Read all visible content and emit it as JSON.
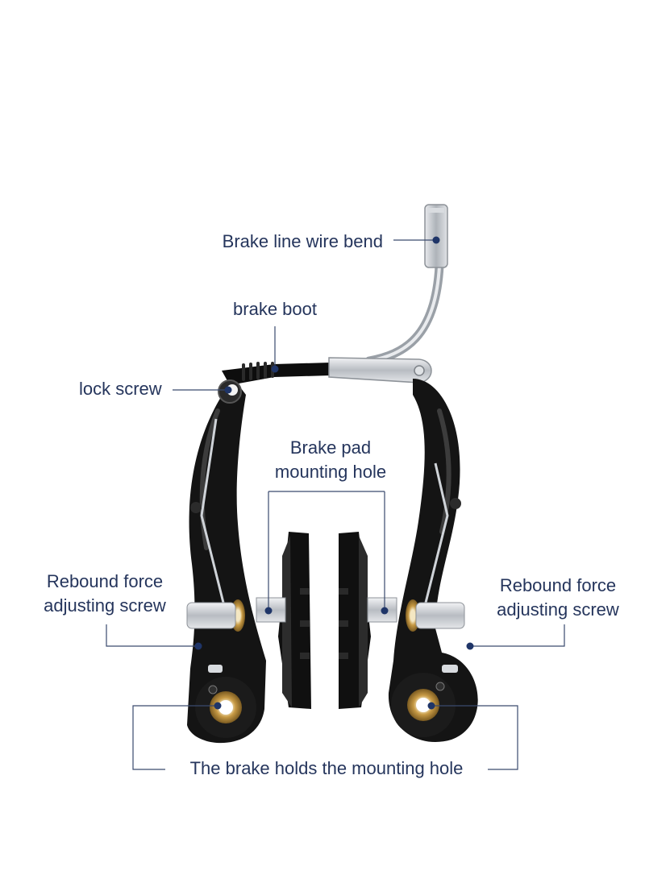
{
  "colors": {
    "label_text": "#25355c",
    "leader_line": "#3a4a6e",
    "dot": "#1f3568",
    "frame_black": "#141414",
    "silver": "#c9cdd2",
    "brass": "#c79a45"
  },
  "labels": {
    "wire_bend": "Brake line wire bend",
    "brake_boot": "brake boot",
    "lock_screw": "lock screw",
    "pad_hole_line1": "Brake pad",
    "pad_hole_line2": "mounting hole",
    "rebound_left_line1": "Rebound force",
    "rebound_left_line2": "adjusting screw",
    "rebound_right_line1": "Rebound force",
    "rebound_right_line2": "adjusting screw",
    "mount_hole": "The brake holds the mounting hole"
  }
}
